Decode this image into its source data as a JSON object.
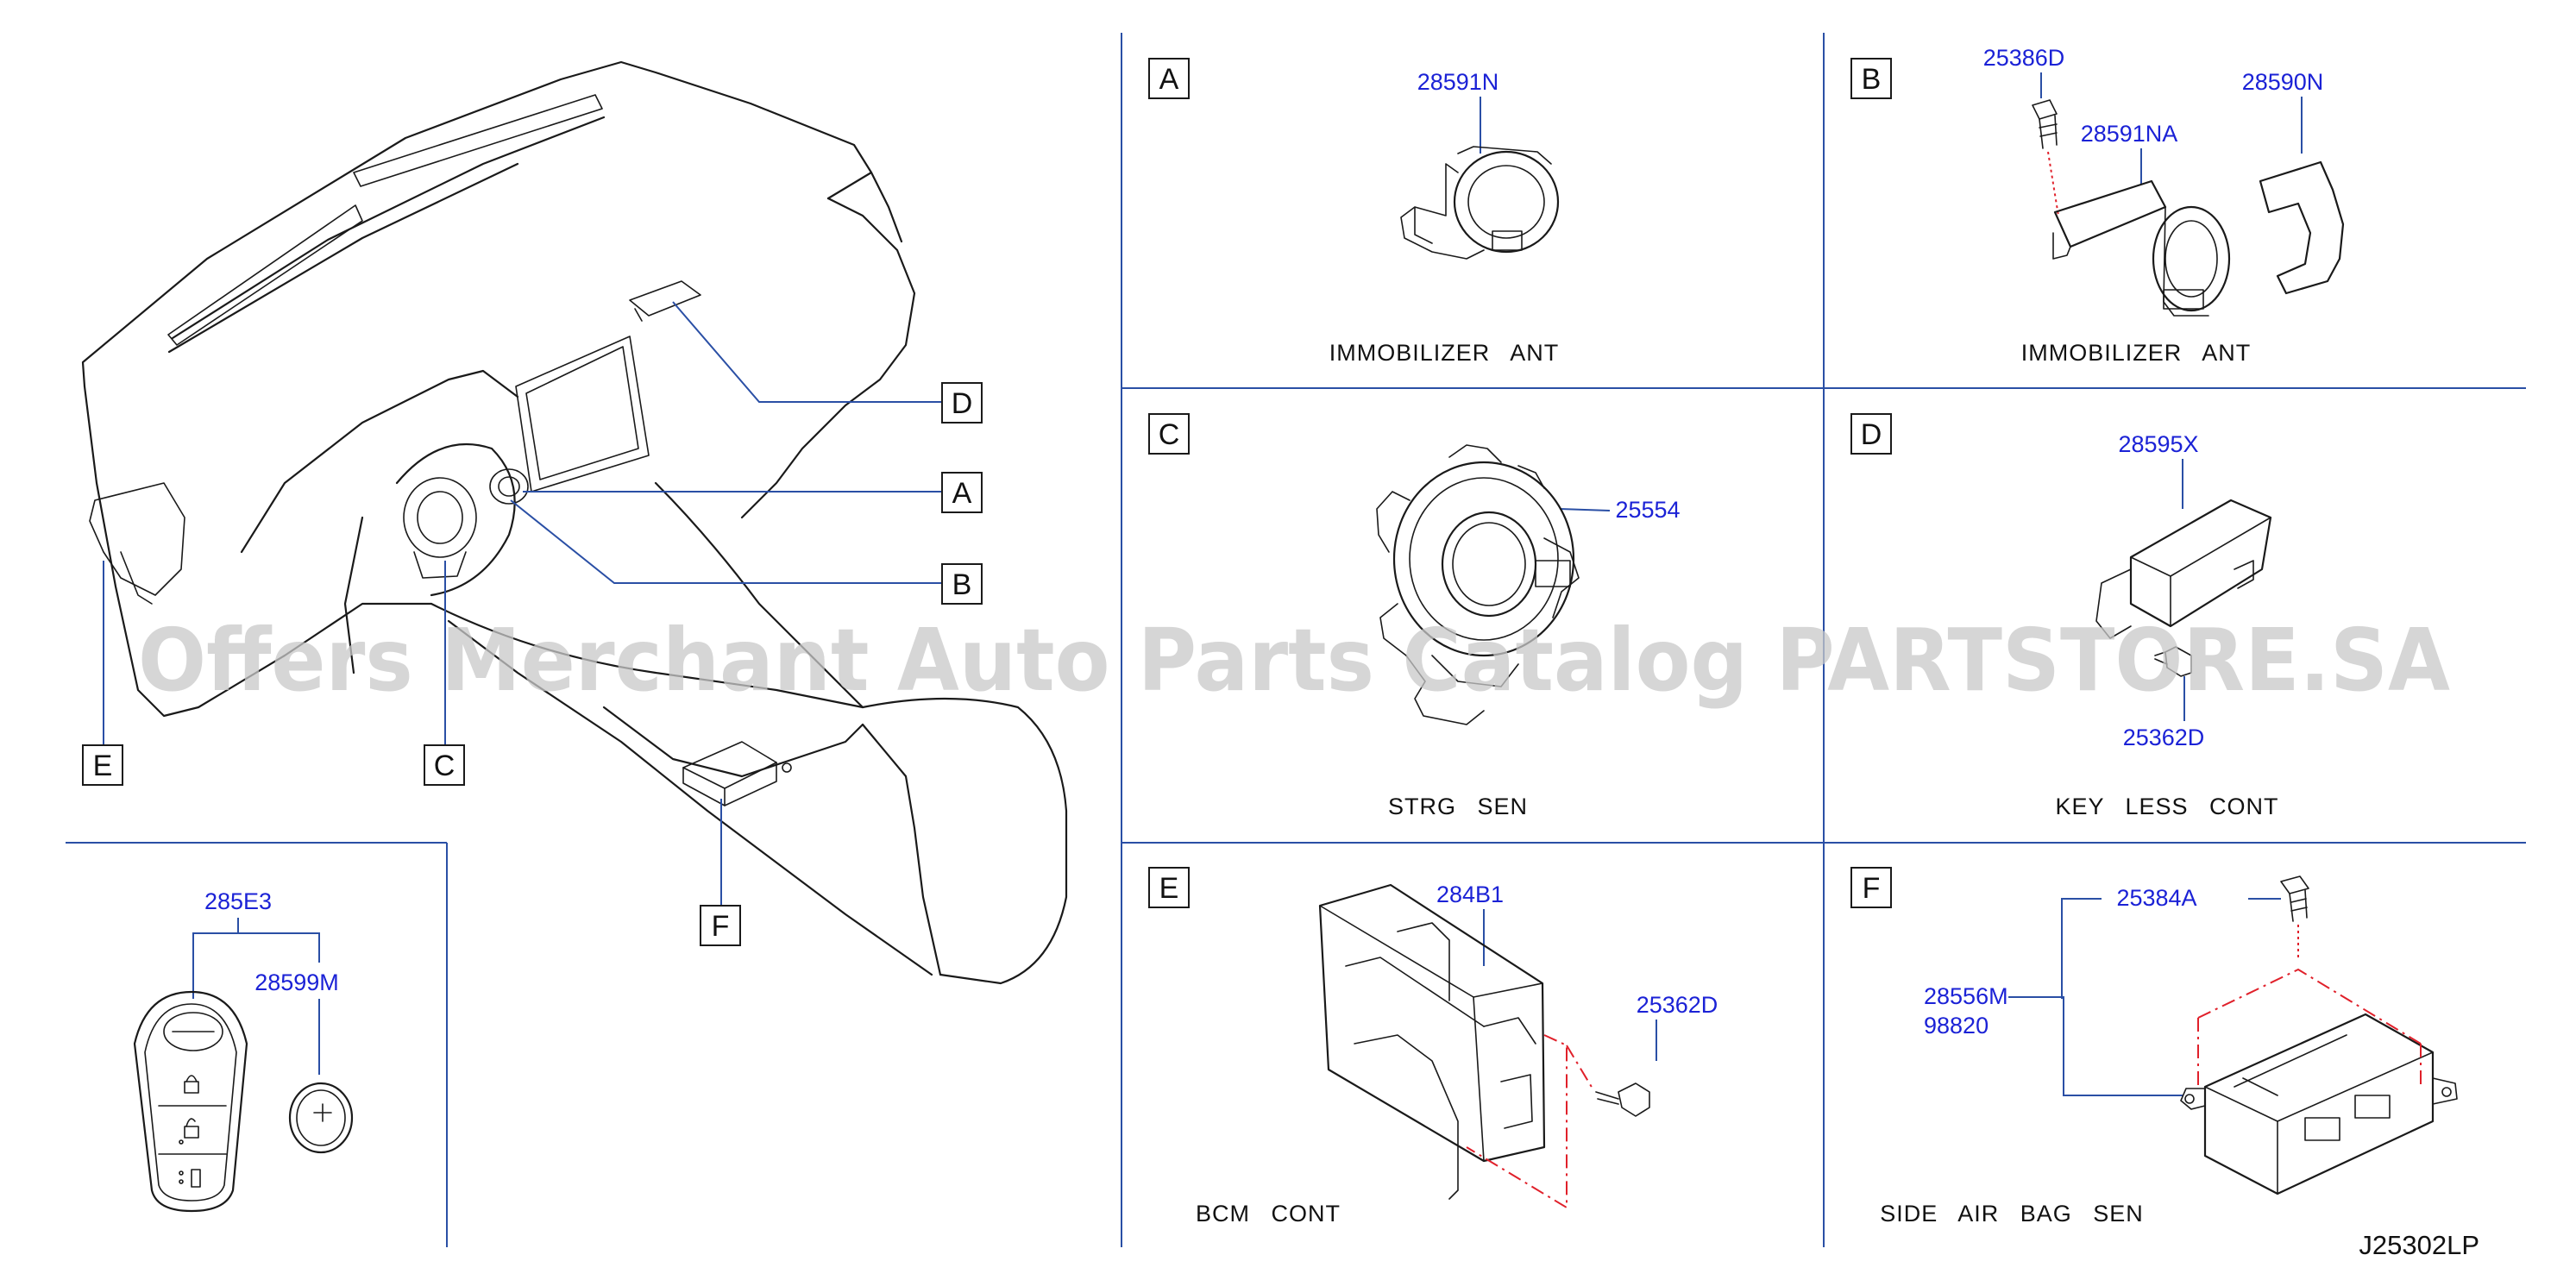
{
  "diagram_id": "J25302LP",
  "watermark": "Offers Merchant Auto Parts Catalog PARTSTORE.SA",
  "overview_callouts": [
    "D",
    "A",
    "B",
    "E",
    "C",
    "F"
  ],
  "key_fob": {
    "group_part": "285E3",
    "battery_part": "28599M"
  },
  "panels": {
    "A": {
      "letter": "A",
      "parts": [
        "28591N"
      ],
      "caption": "IMMOBILIZER ANT"
    },
    "B": {
      "letter": "B",
      "parts": [
        "25386D",
        "28591NA",
        "28590N"
      ],
      "caption": "IMMOBILIZER ANT"
    },
    "C": {
      "letter": "C",
      "parts": [
        "25554"
      ],
      "caption": "STRG SEN"
    },
    "D": {
      "letter": "D",
      "parts": [
        "28595X",
        "25362D"
      ],
      "caption": "KEY LESS CONT"
    },
    "E": {
      "letter": "E",
      "parts": [
        "284B1",
        "25362D"
      ],
      "caption": "BCM CONT"
    },
    "F": {
      "letter": "F",
      "parts": [
        "25384A",
        "28556M",
        "98820"
      ],
      "caption": "SIDE AIR BAG SEN"
    }
  },
  "colors": {
    "part_number": "#1b22d6",
    "divider": "#2a4fa5",
    "fastener_line": "#e0202a",
    "watermark": "#c8c8c8"
  }
}
